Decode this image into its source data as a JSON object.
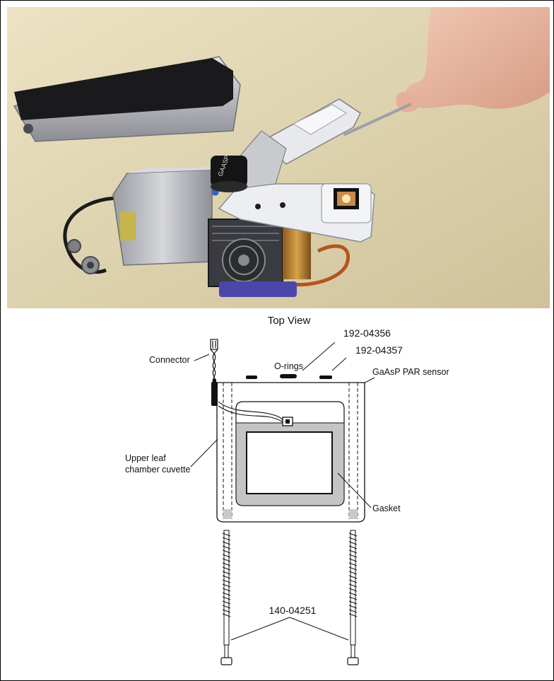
{
  "figure": {
    "photo": {
      "label_on_device": "GAASP"
    },
    "diagram": {
      "title": "Top View",
      "labels": {
        "oring_part_1": "192-04356",
        "oring_part_2": "192-04357",
        "connector": "Connector",
        "orings": "O-rings",
        "sensor": "GaAsP PAR sensor",
        "cuvette": "Upper leaf\nchamber cuvette",
        "cuvette_line1": "Upper leaf",
        "cuvette_line2": "chamber cuvette",
        "gasket": "Gasket",
        "screw_part": "140-04251"
      }
    }
  }
}
